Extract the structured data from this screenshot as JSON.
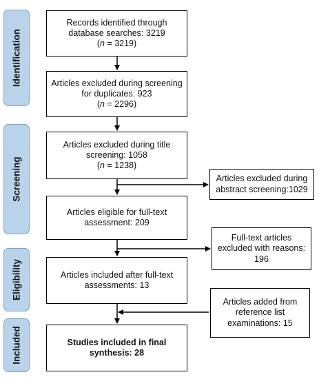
{
  "phases": [
    {
      "label": "Identification"
    },
    {
      "label": "Screening"
    },
    {
      "label": "Eligibility"
    },
    {
      "label": "Included"
    }
  ],
  "boxes": {
    "records": {
      "text": "Records identified through\ndatabase searches: 3219",
      "n_prefix": "(",
      "n_var": "n",
      "n_suffix": " = 3219)"
    },
    "duplicates": {
      "text": "Articles excluded during screening\nfor duplicates: 923",
      "n_prefix": "(",
      "n_var": "n",
      "n_suffix": " = 2296)"
    },
    "title_screen": {
      "text": "Articles excluded during title\nscreening: 1058",
      "n_prefix": "(",
      "n_var": "n",
      "n_suffix": " = 1238)"
    },
    "abstract_screen": {
      "text": "Articles excluded during\nabstract screening:1029"
    },
    "eligible": {
      "text": "Articles eligible for full-text\nassessment: 209"
    },
    "fulltext_excluded": {
      "text": "Full-text articles\nexcluded with reasons:\n196"
    },
    "included_after": {
      "text": "Articles included after full-text\nassessments: 13"
    },
    "added_reference": {
      "text": "Articles added from\nreference list\nexaminations: 15"
    },
    "final": {
      "text": "Studies included in final\nsynthesis: 28"
    }
  }
}
